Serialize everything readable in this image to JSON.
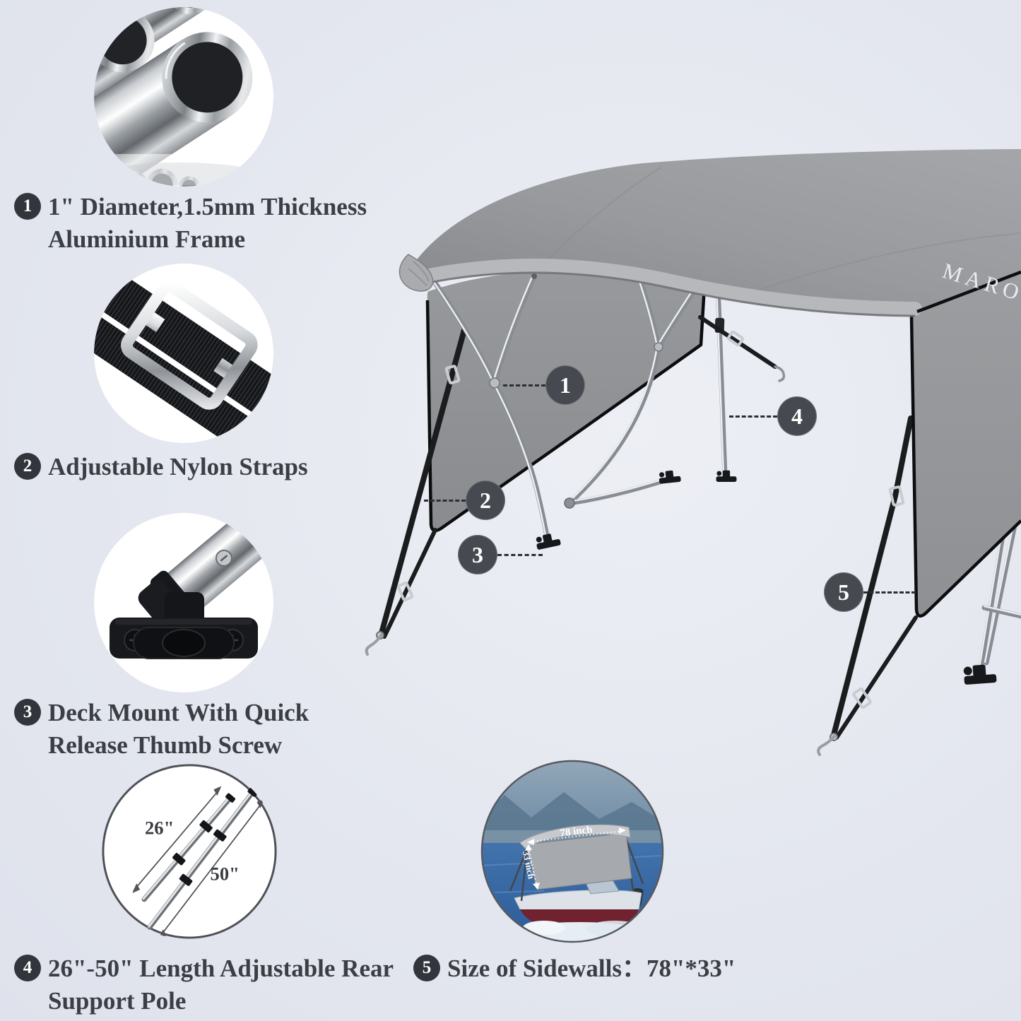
{
  "background": "#e4e7ef",
  "accent_dark": "#32353b",
  "brand": "MARO",
  "features": [
    {
      "num": "1",
      "lines": [
        "1\" Diameter,1.5mm Thickness",
        "Aluminium Frame"
      ]
    },
    {
      "num": "2",
      "lines": [
        "Adjustable Nylon Straps"
      ]
    },
    {
      "num": "3",
      "lines": [
        "Deck Mount With Quick",
        "Release Thumb Screw"
      ]
    },
    {
      "num": "4",
      "lines": [
        "26\"-50\" Length Adjustable Rear",
        "Support Pole"
      ]
    },
    {
      "num": "5",
      "lines": [
        "Size of Sidewalls：78\"*33\""
      ]
    }
  ],
  "callouts": [
    {
      "num": "1"
    },
    {
      "num": "2"
    },
    {
      "num": "3"
    },
    {
      "num": "4"
    },
    {
      "num": "5"
    }
  ],
  "diagram": {
    "pole_short": "26\"",
    "pole_long": "50\"",
    "boat_width": "78 inch",
    "boat_height": "33 inch"
  }
}
